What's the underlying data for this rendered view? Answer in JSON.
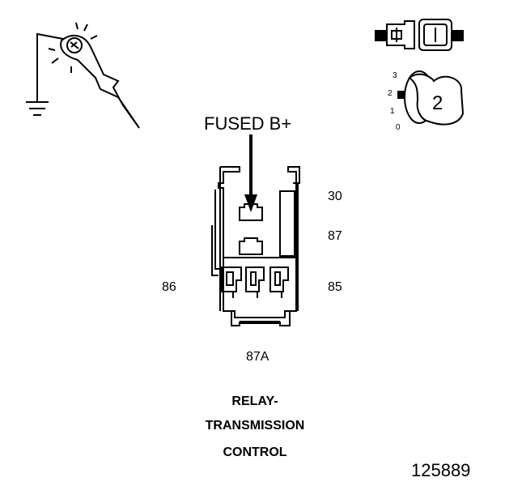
{
  "diagram": {
    "fused_label": "FUSED B+",
    "pins": {
      "p30": "30",
      "p87": "87",
      "p85": "85",
      "p86": "86",
      "p87a": "87A"
    },
    "caption": [
      "RELAY-",
      "TRANSMISSION",
      "CONTROL"
    ],
    "figure_number": "125889",
    "ignition": {
      "positions": [
        "3",
        "2",
        "1",
        "0"
      ],
      "key_number": "2"
    },
    "icons": [
      "test-light-probe-icon",
      "ground-symbol-icon",
      "connector-disconnect-icon",
      "ignition-key-icon"
    ],
    "colors": {
      "ink": "#000000",
      "background": "#ffffff"
    }
  }
}
